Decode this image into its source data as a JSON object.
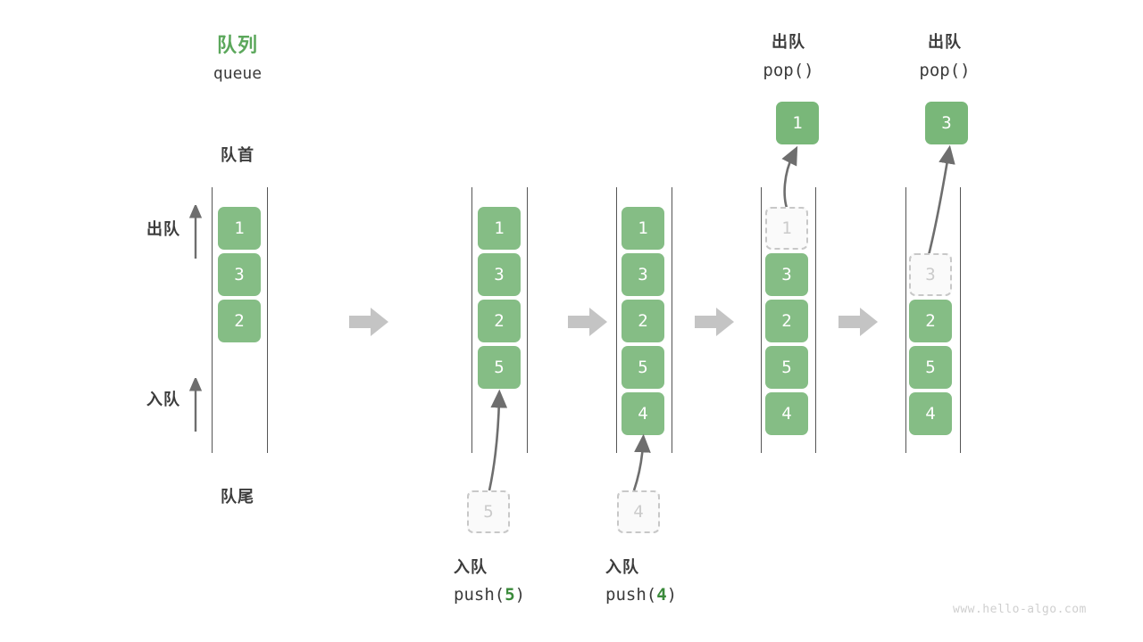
{
  "diagram": {
    "title_cn": "队列",
    "title_en": "queue",
    "head_label": "队首",
    "tail_label": "队尾",
    "dequeue_label": "出队",
    "enqueue_label": "入队",
    "watermark": "www.hello-algo.com",
    "colors": {
      "element_green": "#85bd85",
      "title_green": "#5ba75b",
      "code_arg_green": "#3a8a3a",
      "rail_gray": "#555555",
      "ghost_border": "#c8c8c8",
      "ghost_text": "#cbcbcb",
      "step_arrow_gray": "#c4c4c4",
      "curve_arrow_gray": "#6e6e6e",
      "text_dark": "#3c3c3c",
      "watermark_gray": "#cfcfcf"
    }
  },
  "columns": [
    {
      "id": "initial",
      "name": "initial-queue",
      "cells": [
        "1",
        "3",
        "2"
      ],
      "ghost_cells": [],
      "caption_cn": "",
      "caption_code": ""
    },
    {
      "id": "after-push-5",
      "name": "queue-after-push-5",
      "cells": [
        "1",
        "3",
        "2",
        "5"
      ],
      "incoming_value": "5",
      "caption_cn": "入队",
      "caption_code_prefix": "push(",
      "caption_code_arg": "5",
      "caption_code_suffix": ")"
    },
    {
      "id": "after-push-4",
      "name": "queue-after-push-4",
      "cells": [
        "1",
        "3",
        "2",
        "5",
        "4"
      ],
      "incoming_value": "4",
      "caption_cn": "入队",
      "caption_code_prefix": "push(",
      "caption_code_arg": "4",
      "caption_code_suffix": ")"
    },
    {
      "id": "after-pop-1",
      "name": "queue-after-pop-1",
      "ghost_top": "1",
      "cells": [
        "3",
        "2",
        "5",
        "4"
      ],
      "popped_value": "1",
      "header_cn": "出队",
      "header_code": "pop()"
    },
    {
      "id": "after-pop-3",
      "name": "queue-after-pop-3",
      "ghost_top": "3",
      "cells": [
        "2",
        "5",
        "4"
      ],
      "popped_value": "3",
      "header_cn": "出队",
      "header_code": "pop()"
    }
  ]
}
